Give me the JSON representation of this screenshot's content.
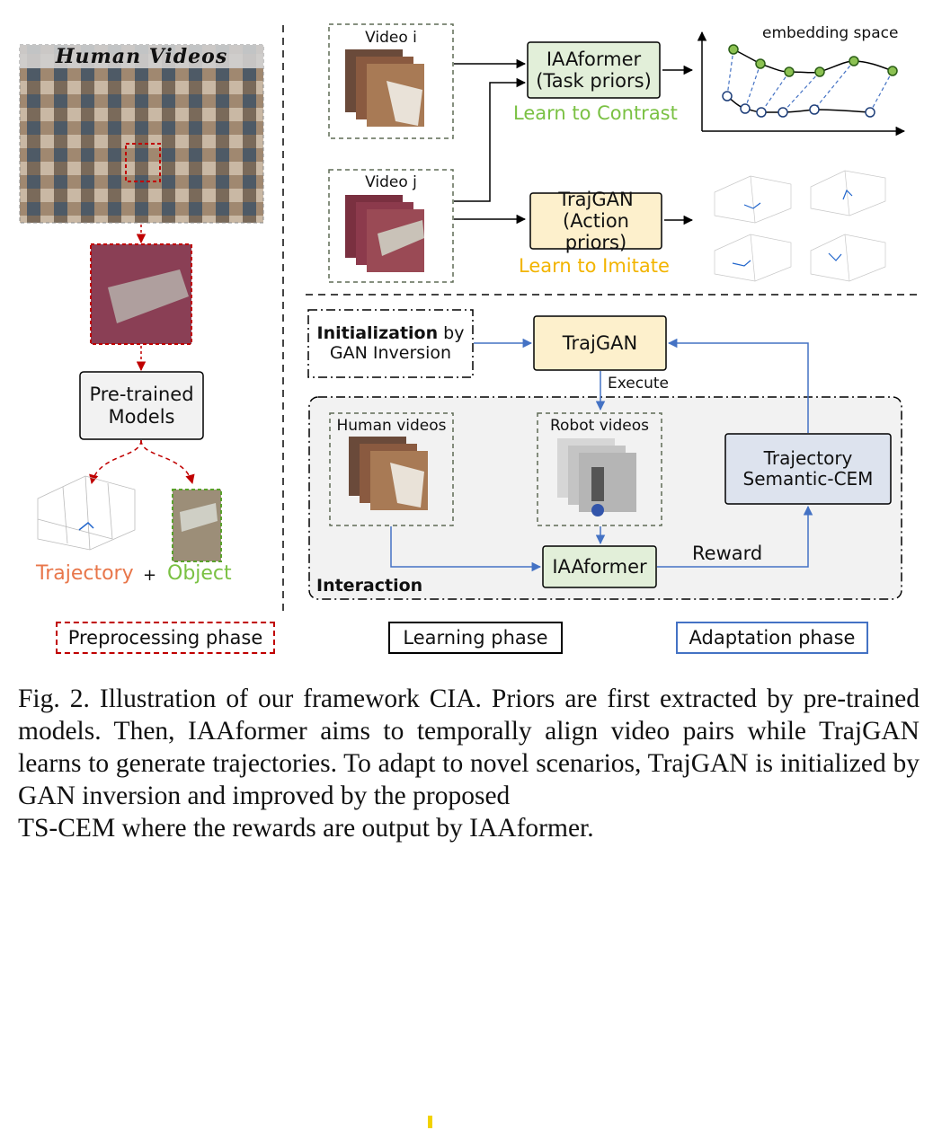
{
  "preprocessing": {
    "human_videos_label": "Human Videos",
    "pretrained_label_line1": "Pre-trained",
    "pretrained_label_line2": "Models",
    "trajectory_label": "Trajectory",
    "plus_label": "+",
    "object_label": "Object",
    "phase_label": "Preprocessing phase"
  },
  "learning": {
    "video_i_label": "Video i",
    "video_j_label": "Video j",
    "iaaformer_line1": "IAAformer",
    "iaaformer_line2": "(Task priors)",
    "learn_contrast": "Learn to Contrast",
    "trajgan_line1": "TrajGAN",
    "trajgan_line2": "(Action priors)",
    "learn_imitate": "Learn to Imitate",
    "embedding_space": "embedding space",
    "phase_label": "Learning phase"
  },
  "adaptation": {
    "init_bold": "Initialization",
    "init_rest": " by",
    "init_line2": "GAN Inversion",
    "trajgan": "TrajGAN",
    "execute": "Execute",
    "human_videos": "Human videos",
    "robot_videos": "Robot videos",
    "ts_cem_line1": "Trajectory",
    "ts_cem_line2": "Semantic-CEM",
    "iaaformer": "IAAformer",
    "reward": "Reward",
    "interaction": "Interaction",
    "phase_label": "Adaptation phase"
  },
  "caption": {
    "body": "Fig. 2.    Illustration of our framework CIA. Priors are first extracted by pre-trained models. Then, IAAformer aims to temporally align video pairs while TrajGAN learns to generate trajectories. To adapt to novel scenarios, TrajGAN is initialized by GAN inversion and improved by the proposed",
    "last_line": "TS-CEM where the rewards are output by IAAformer."
  },
  "colors": {
    "green_box": "#e2efd9",
    "yellow_box": "#fdf0cc",
    "blue_box": "#dde3ee",
    "green_text": "#7ac143",
    "yellow_text": "#f2b400",
    "orange_text": "#e8764a",
    "red_dash": "#c00000",
    "blue_arrow": "#4472c4"
  }
}
